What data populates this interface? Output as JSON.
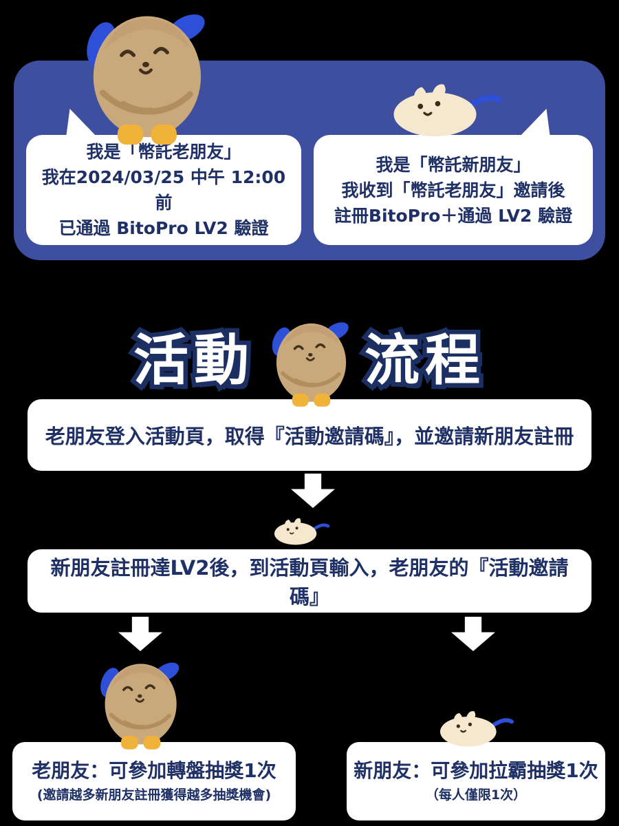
{
  "colors": {
    "background": "#000000",
    "hero_card_blue": "#3e4f9f",
    "bubble_white": "#ffffff",
    "text_navy": "#1f3066",
    "title_fill": "#ffffff",
    "title_outline": "#1c2f63",
    "dog_body_tan": "#c9a87c",
    "mascot_blue": "#2e4fd8",
    "boot_yellow": "#f1b23a",
    "hamster_cream": "#f6e7cf"
  },
  "hero": {
    "left_bubble": {
      "line1": "我是「幣託老朋友」",
      "line2": "我在2024/03/25 中午 12:00 前",
      "line3": "已通過 BitoPro LV2 驗證"
    },
    "right_bubble": {
      "line1": "我是「幣託新朋友」",
      "line2": "我收到「幣託老朋友」邀請後",
      "line3": "註冊BitoPro＋通過 LV2 驗證"
    }
  },
  "title": {
    "left": "活動",
    "right": "流程"
  },
  "flow": {
    "step1": "老朋友登入活動頁，取得『活動邀請碼』，並邀請新朋友註冊",
    "step2": "新朋友註冊達LV2後，到活動頁輸入，老朋友的『活動邀請碼』",
    "left_result_title": "老朋友：可參加轉盤抽獎1次",
    "left_result_note": "(邀請越多新朋友註冊獲得越多抽獎機會)",
    "right_result_title": "新朋友：可參加拉霸抽獎1次",
    "right_result_note": "（每人僅限1次）"
  }
}
